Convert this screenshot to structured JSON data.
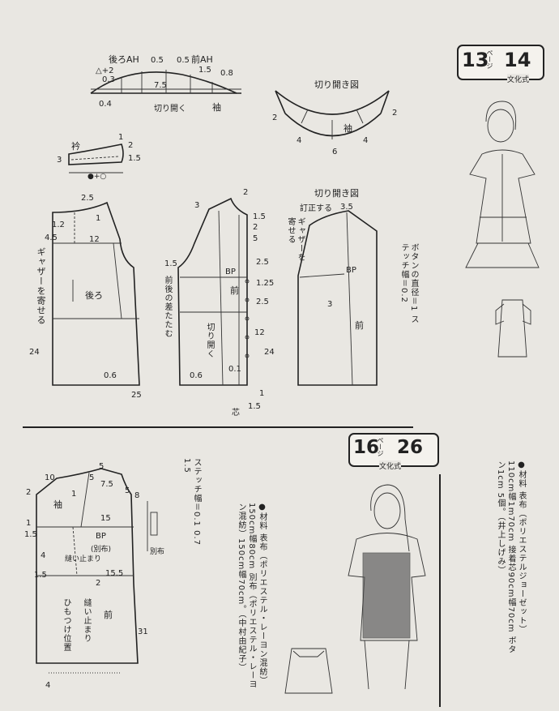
{
  "top": {
    "badge": {
      "page_num": "13",
      "unit_label": "ページ",
      "pattern_num": "14",
      "publisher": "文化式"
    },
    "sleeve": {
      "back_ah": "後ろAH",
      "front_ah": "前AH",
      "n05a": "0.5",
      "n05b": "0.5",
      "n15": "1.5",
      "n03": "0.3",
      "n08": "0.8",
      "n75": "7.5",
      "n04": "0.4",
      "delta": "△+2",
      "cut_open": "切り開く",
      "sleeve_label": "袖"
    },
    "ruffle": {
      "title": "切り開き図",
      "n2a": "2",
      "n2b": "2",
      "n4a": "4",
      "n4b": "4",
      "n6": "6",
      "sleeve_label": "袖"
    },
    "collar": {
      "label": "衿",
      "n1": "1",
      "n2": "2",
      "n15": "1.5",
      "n3": "3",
      "circ": "●+○"
    },
    "back": {
      "n25": "2.5",
      "n1": "1",
      "n12a": "1.2",
      "n12b": "12",
      "n45": "4.5",
      "gather": "ギャザーを寄せる",
      "label": "後ろ",
      "n24": "24",
      "n06": "0.6",
      "n25b": "25"
    },
    "front": {
      "n3a": "3",
      "n2a": "2",
      "n15a": "1.5",
      "n2b": "2",
      "n5": "5",
      "n15b": "1.5",
      "n25a": "2.5",
      "n125": "1.25",
      "n25b": "2.5",
      "bp": "BP",
      "label": "前",
      "tuck": "前後の差たたむ",
      "cut": "切り開く",
      "n12": "12",
      "n24": "24",
      "n06": "0.6",
      "n01": "0.1",
      "n1": "1",
      "n15c": "1.5",
      "core": "芯"
    },
    "front_open": {
      "title": "切り開き図",
      "correct": "訂正する",
      "n35": "3.5",
      "gather": "ギャザーを寄せる",
      "bp": "BP",
      "n3": "3",
      "label": "前"
    },
    "button_note": "ボタンの直径＝1 ステッチ幅＝0.2"
  },
  "bottom": {
    "badge": {
      "page_num": "16",
      "unit_label": "ページ",
      "pattern_num": "26",
      "publisher": "文化式"
    },
    "pattern": {
      "n10": "10",
      "n5a": "5",
      "n2": "2",
      "n5b": "5",
      "n75": "7.5",
      "n1a": "1",
      "n8": "8",
      "sleeve": "袖",
      "n15a": "15",
      "n1b": "1",
      "n15b": "1.5",
      "n4": "4",
      "bp": "BP",
      "betsununo": "(別布)",
      "nuidomari1": "縫い止まり",
      "n15c": "1.5",
      "n155": "15.5",
      "n2b": "2",
      "himo": "ひもつけ位置",
      "nuidomari2": "縫い止まり",
      "front": "前",
      "n31": "31",
      "n4b": "4",
      "n5c": "5",
      "betsu": "別布"
    },
    "stitch_note": "ステッチ幅＝0.1 0.7 1.5",
    "materials_left": "●材料 表布（ポリエステル・レーヨン混紡）150cm幅80cm 別布（ポリエステル・レーヨン混紡）150cm幅70cm。（中村由紀子）",
    "materials_right": "●材料 表布（ポリエステルジョーゼット）110cm幅1m70cm 接着芯90cm幅70cm ボタン1cm 5個。（井上しげみ）"
  }
}
